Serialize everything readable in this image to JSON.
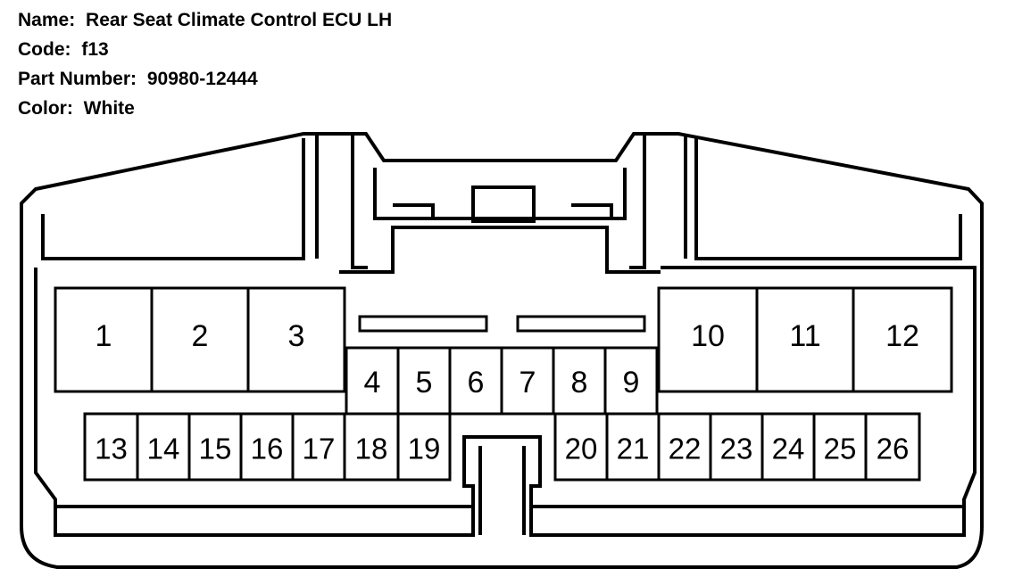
{
  "connector_info": {
    "name_label": "Name:",
    "name_value": "Rear Seat Climate Control ECU LH",
    "code_label": "Code:",
    "code_value": "f13",
    "part_label": "Part Number:",
    "part_value": "90980-12444",
    "color_label": "Color:",
    "color_value": "White"
  },
  "pins": [
    "1",
    "2",
    "3",
    "4",
    "5",
    "6",
    "7",
    "8",
    "9",
    "10",
    "11",
    "12",
    "13",
    "14",
    "15",
    "16",
    "17",
    "18",
    "19",
    "20",
    "21",
    "22",
    "23",
    "24",
    "25",
    "26"
  ],
  "colors": {
    "line": "#000000",
    "background": "#ffffff"
  }
}
